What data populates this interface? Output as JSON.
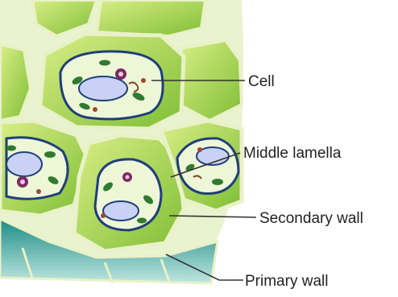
{
  "labels": {
    "cell": "Cell",
    "middle_lamella": "Middle lamella",
    "secondary_wall": "Secondary wall",
    "primary_wall": "Primary wall"
  },
  "colors": {
    "wall_light": "#c4e26a",
    "wall_mid": "#8cc83a",
    "wall_dark": "#5aa02a",
    "lamella": "#e9f1c8",
    "membrane": "#1f3f7a",
    "cytoplasm": "#eef6d8",
    "vacuole": "#c9d2f4",
    "nucleus": "#7b2a63",
    "chloroplast": "#2f7a2f",
    "teal_side": "#2a9c93",
    "leader_line": "#333333"
  }
}
